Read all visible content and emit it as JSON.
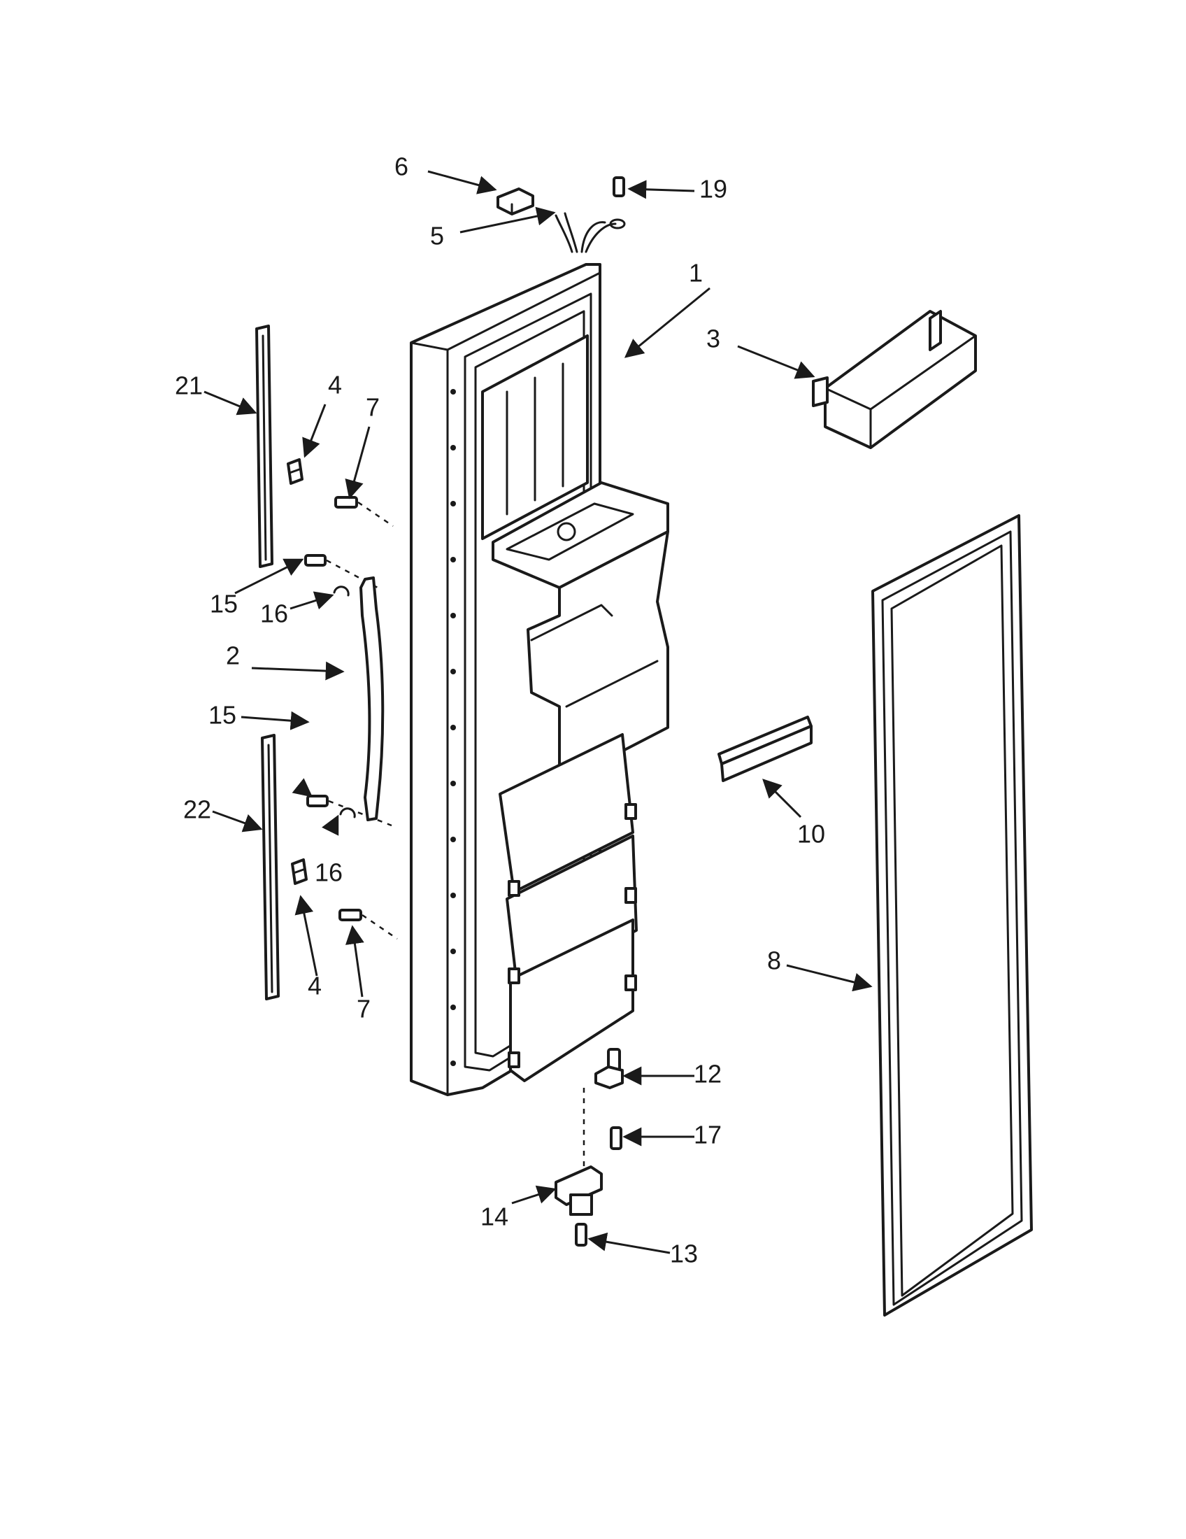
{
  "diagram": {
    "callouts": [
      {
        "key": "c1",
        "label": "1"
      },
      {
        "key": "c2",
        "label": "2"
      },
      {
        "key": "c3",
        "label": "3"
      },
      {
        "key": "c4a",
        "label": "4"
      },
      {
        "key": "c4b",
        "label": "4"
      },
      {
        "key": "c5",
        "label": "5"
      },
      {
        "key": "c6",
        "label": "6"
      },
      {
        "key": "c7a",
        "label": "7"
      },
      {
        "key": "c7b",
        "label": "7"
      },
      {
        "key": "c8",
        "label": "8"
      },
      {
        "key": "c10",
        "label": "10"
      },
      {
        "key": "c12",
        "label": "12"
      },
      {
        "key": "c13",
        "label": "13"
      },
      {
        "key": "c14",
        "label": "14"
      },
      {
        "key": "c15a",
        "label": "15"
      },
      {
        "key": "c15b",
        "label": "15"
      },
      {
        "key": "c16a",
        "label": "16"
      },
      {
        "key": "c16b",
        "label": "16"
      },
      {
        "key": "c17",
        "label": "17"
      },
      {
        "key": "c19",
        "label": "19"
      },
      {
        "key": "c21",
        "label": "21"
      },
      {
        "key": "c22",
        "label": "22"
      }
    ]
  },
  "colors": {
    "line": "#1a1a1a",
    "background": "#ffffff"
  }
}
